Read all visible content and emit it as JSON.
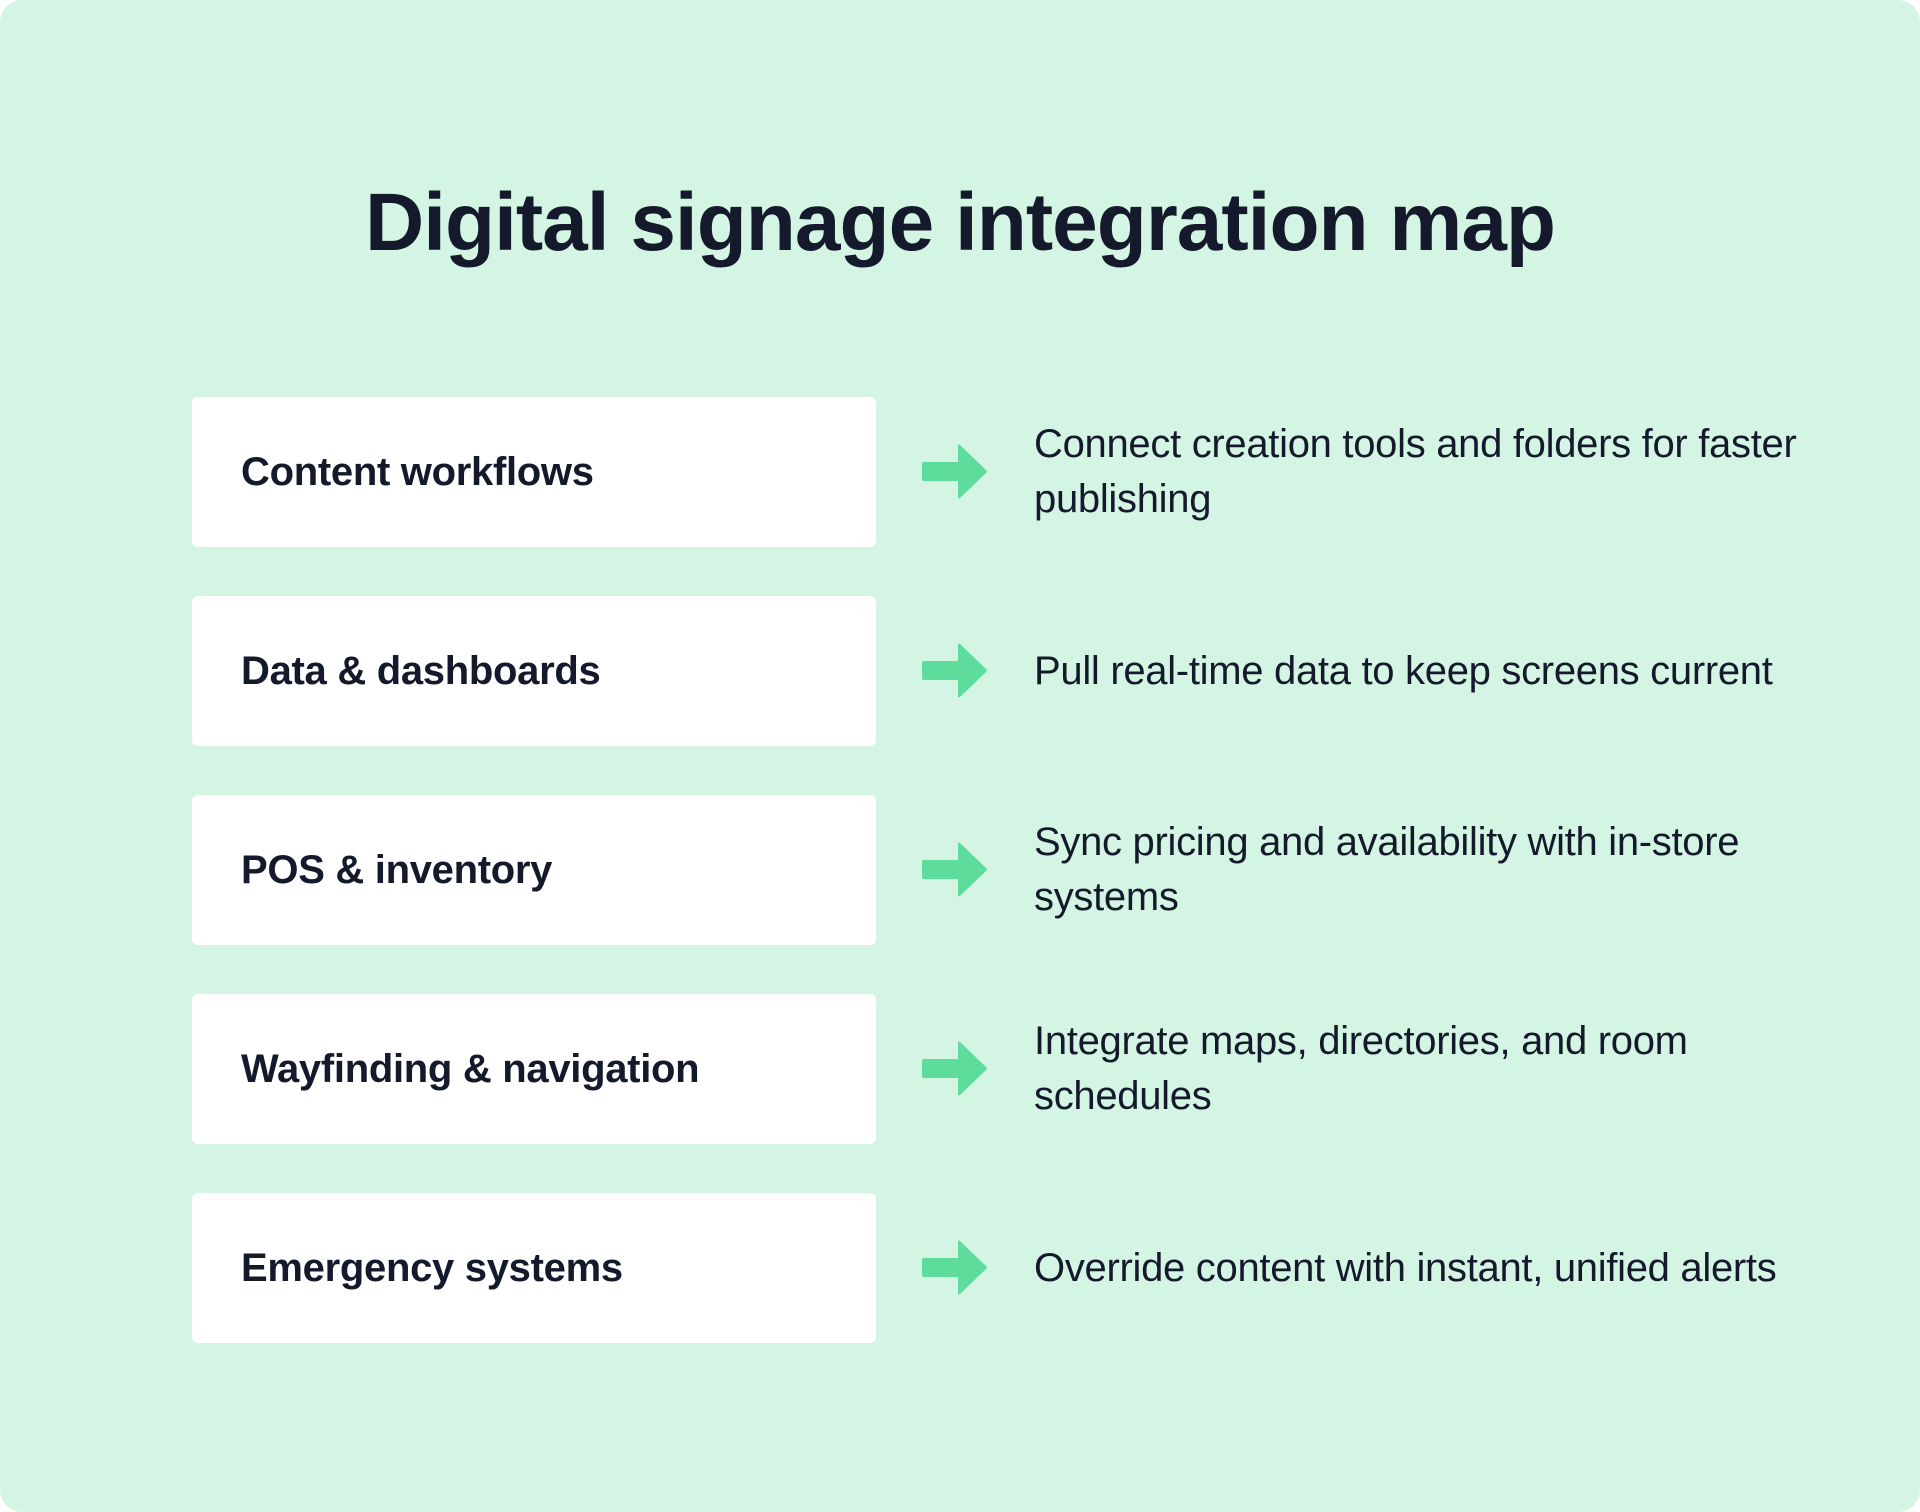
{
  "title": "Digital signage integration map",
  "colors": {
    "background": "#d5f5e4",
    "box": "#ffffff",
    "text": "#141a2b",
    "arrow": "#5edc9c"
  },
  "rows": [
    {
      "label": "Content workflows",
      "icon": "arrow-right-icon",
      "description": "Connect creation tools and folders for faster publishing"
    },
    {
      "label": "Data & dashboards",
      "icon": "arrow-right-icon",
      "description": "Pull real-time data to keep screens current"
    },
    {
      "label": "POS & inventory",
      "icon": "arrow-right-icon",
      "description": "Sync pricing and availability with in-store systems"
    },
    {
      "label": "Wayfinding & navigation",
      "icon": "arrow-right-icon",
      "description": "Integrate maps, directories, and room schedules"
    },
    {
      "label": "Emergency systems",
      "icon": "arrow-right-icon",
      "description": "Override content with instant, unified alerts"
    }
  ]
}
